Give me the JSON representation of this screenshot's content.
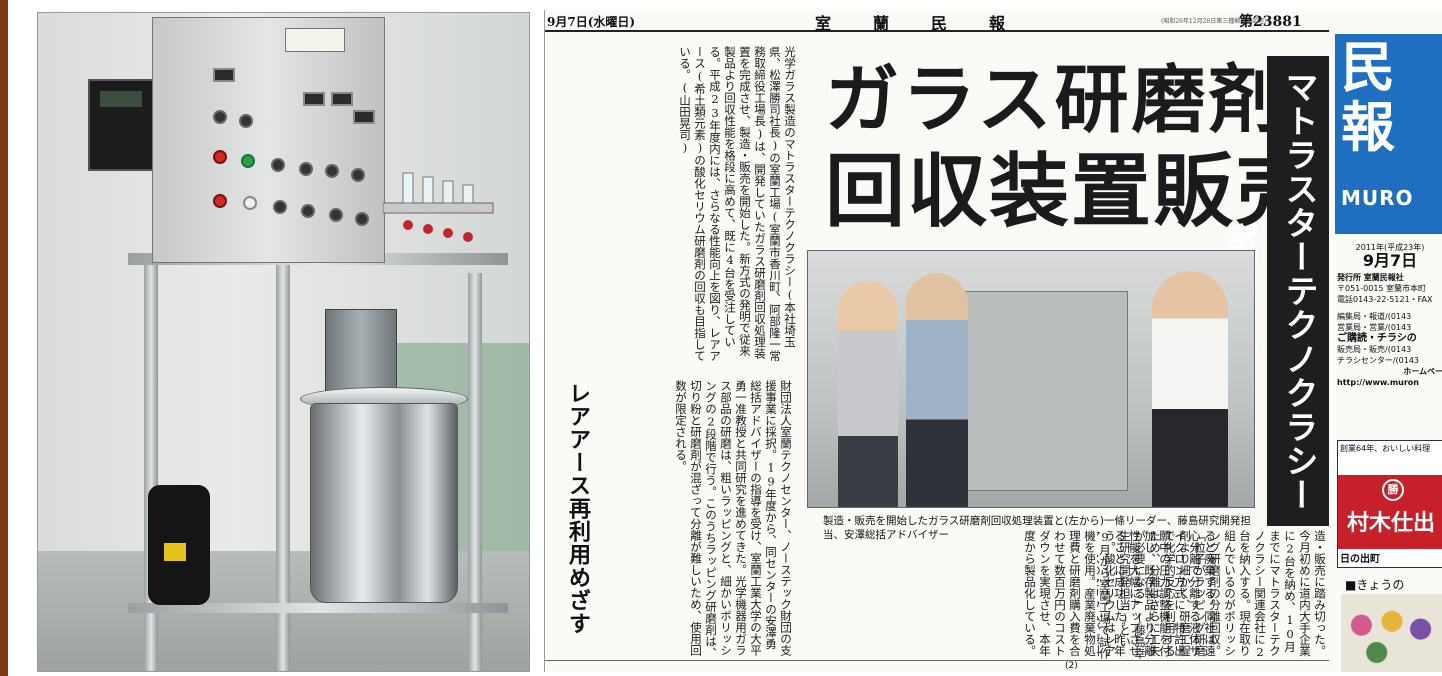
{
  "clipping": {
    "date": "9月7日(水曜日)",
    "paper_name": "室蘭民報",
    "registration_note": "(昭和26年12月28日第三種郵便物認可)",
    "issue_number": "第23881",
    "headline_line1": "ガラス研磨剤",
    "headline_line2": "回収装置販売",
    "sidebar_title": "マトラスターテクノクラシー室蘭工場",
    "subheadline": "レアアース再利用めざす",
    "photo_caption": "製造・販売を開始したガラス研磨剤回収処理装置と(左から)一條リーダー、藤島研究開発担当、安澤総括アドバイザー",
    "body_left": "光学ガラス製造のマトラスターテクノクラシー(本社埼玉県、松澤勝司社長)の室蘭工場(室蘭市香川町、阿部隆一常務取締役工場長)は、開発していたガラス研磨剤回収処理装置を完成させ、製造・販売を開始した。新方式の発明で従来製品より回収性能を格段に高めて、既に4台を受注している。平成23年度内には、さらなる性能向上を図り、レアアース(希土類元素)の酸化セリウム研磨剤の回収も目指している。(山田晃司)",
    "body_left2": "財団法人室蘭テクノセンター、ノーステック財団の支援事業に採択。19年度から、同センターの安澤勇総括アドバイザーの指導を受け、室蘭工業大学の大平勇一准教授と共同研究を進めてきた。光学機器用ガラス部品の研磨は、粗いラッピングと、細かいポリッシングの2段階で行う。このうちラッピング研磨剤は、切り粉と研磨剤が混ざって分離が難しいため、使用回数が限定される。",
    "body_mid": "ると廃棄する。同社は遠心分離で分離する液体サイクロン方式に、特許出願中の圧力調整機能を付加し、既存製品より分離性能を大幅にアップさせることに成功した。昨年9月から室蘭工場で試作機を使用。産業廃棄物処理費と研磨剤購入費を合わせて数百万円のコストダウンを実現させ、本年度から製品化している。",
    "body_right": "造・販売に踏み切った。今月初めに道内大手企業に2台を納め、10月までにマトラスターテクノクラシー関連会社に2台を納入する。現在取り組んでいるのがポリッシング研磨剤の分離回収。「粒子がラッピング研磨剤より細かく、研磨工程で化学的反応を利用するため、分離はさらに工夫が必要になる」(藤島幸生研究開発担当)という。酸化セリウムはレアアースのセリウムが原料で非常に高価。再利用できれば、大幅なコストダウンになることが確実だ。同社リサイクル事業推進室の一條三リーダーは「さらに分離効率を高め、レアアース回収を実現させたい。全国規模の展開に向け、社員一丸となって取り組みたい」と意欲的だ。安澤総括アドバイザーは「中小企業が一から装置を開発し、産学官連携で技術開発、製品化までこぎ着けた意義は大きい。今後のモデルケースになる」と評価している。",
    "footer": "(2)"
  },
  "masthead": {
    "title": "民報",
    "roman": "MURO",
    "founded": "2011年(平成23年)",
    "date": "9月7日",
    "publisher": "発行所 室蘭民報社",
    "address": "〒051-0015 室蘭市本町",
    "phone": "電話0143-22-5121・FAX",
    "dept_lines": [
      "編集局・報道/(0143",
      "営業局・営業/(0143",
      "ご購読・チラシの",
      "販売局・販売/(0143",
      "チラシセンター/(0143",
      "ホームペー",
      "http://www.muron"
    ]
  },
  "ad": {
    "top": "創業64年、おいしい料理",
    "seal": "勝",
    "name": "村木仕出",
    "bottom": "日の出町"
  },
  "today_label": "■きょうの"
}
